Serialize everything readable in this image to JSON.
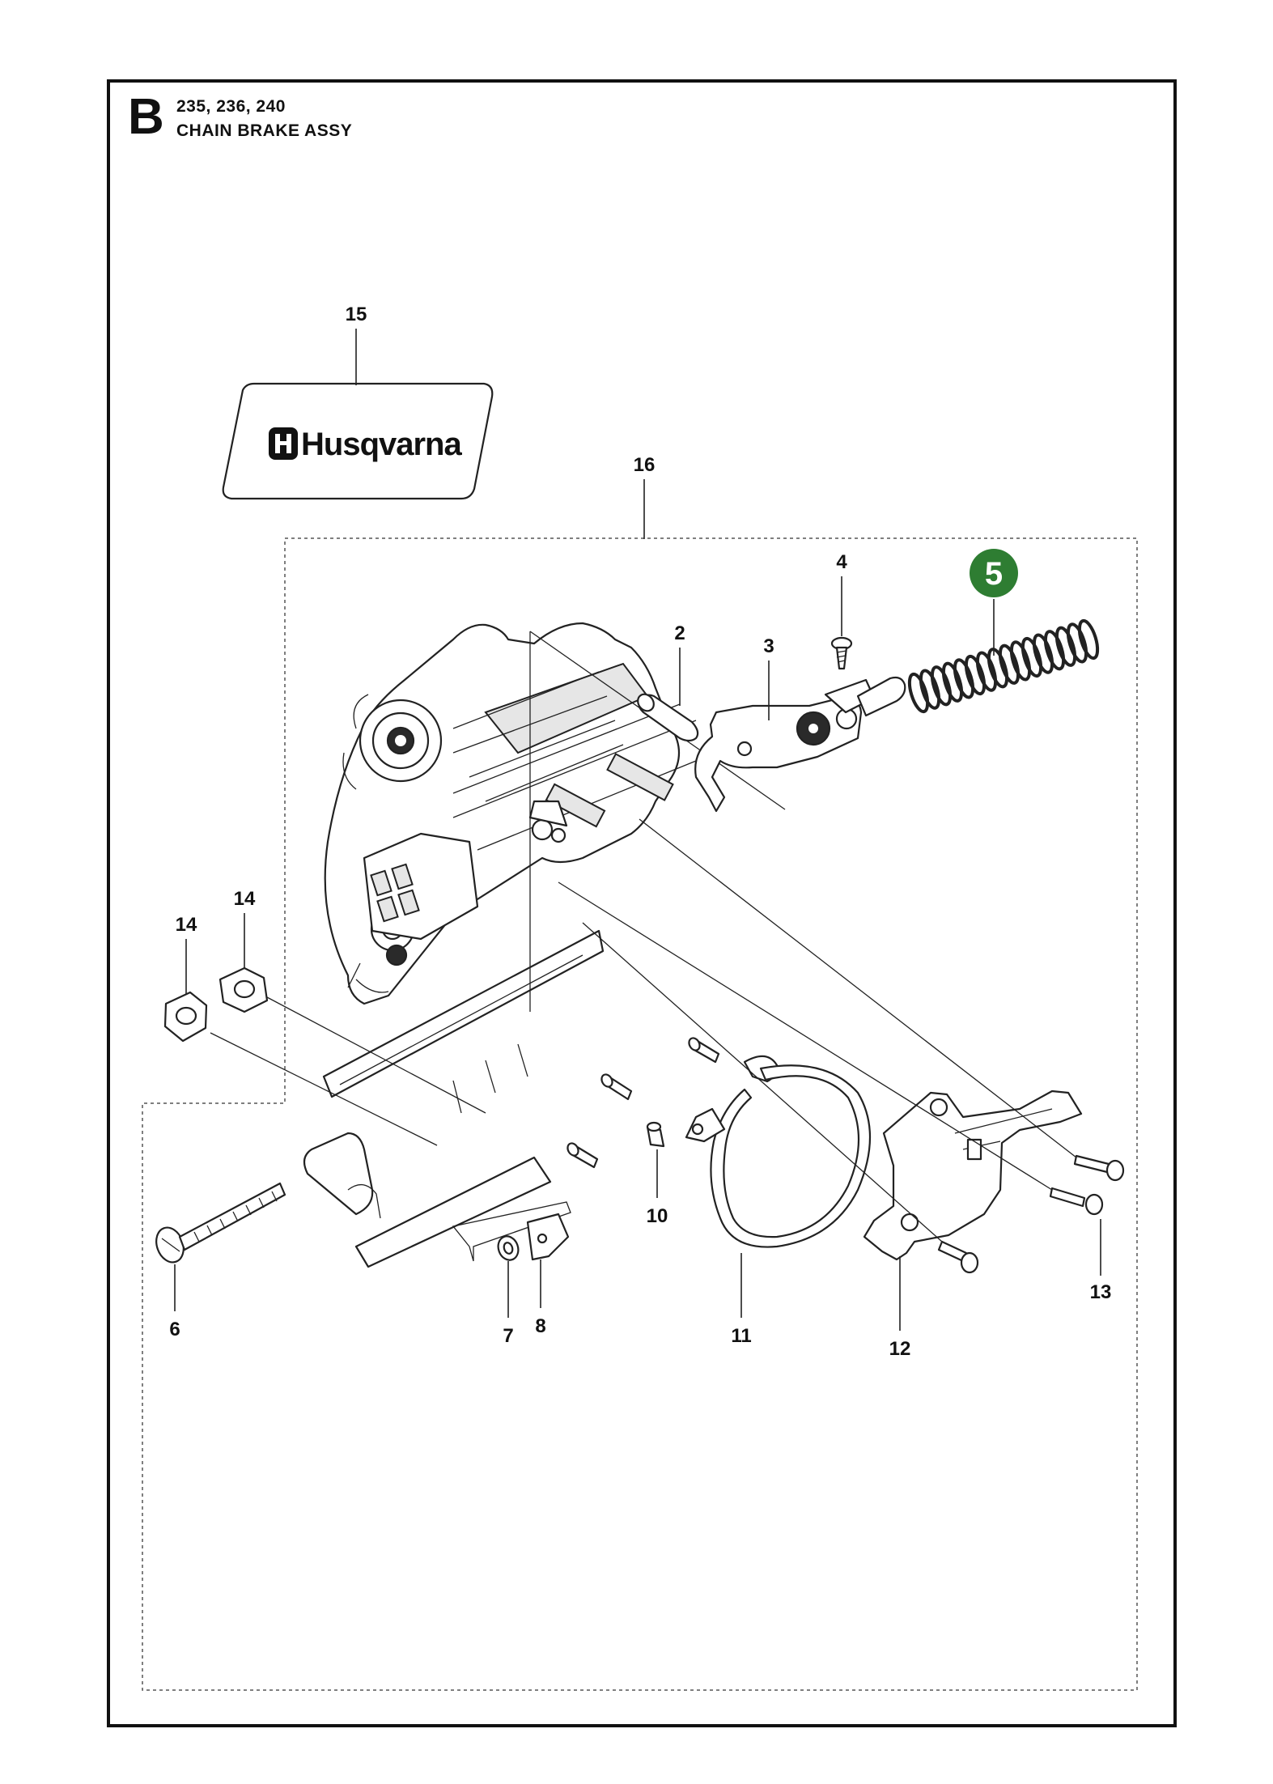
{
  "header": {
    "section_letter": "B",
    "models": "235, 236, 240",
    "title": "CHAIN BRAKE ASSY"
  },
  "decal": {
    "brand_text": "Husqvarna"
  },
  "highlight_color": "#2e7d32",
  "callouts": {
    "c2": "2",
    "c3": "3",
    "c4": "4",
    "c5": "5",
    "c6": "6",
    "c7": "7",
    "c8": "8",
    "c10": "10",
    "c11": "11",
    "c12": "12",
    "c13": "13",
    "c14a": "14",
    "c14b": "14",
    "c15": "15",
    "c16": "16"
  }
}
